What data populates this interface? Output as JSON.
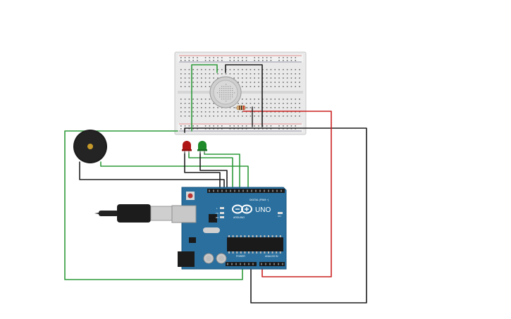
{
  "circuit": {
    "board": {
      "brand": "ARDUINO",
      "model": "UNO",
      "digital_label": "DIGITAL (PWM ~)",
      "power_label": "POWER",
      "analog_label": "ANALOG IN",
      "tx_label": "TX",
      "rx_label": "RX",
      "l_label": "L",
      "on_label": "ON"
    },
    "colors": {
      "board": "#2a6f9e",
      "board_dark": "#1f5a82",
      "wire_green": "#2e9a3a",
      "wire_black": "#1e1e1e",
      "wire_red": "#cc2222",
      "breadboard": "#e7e7e7",
      "led_red": "#b01515",
      "led_green": "#1f8a2a",
      "buzzer": "#1c1c1c"
    }
  }
}
